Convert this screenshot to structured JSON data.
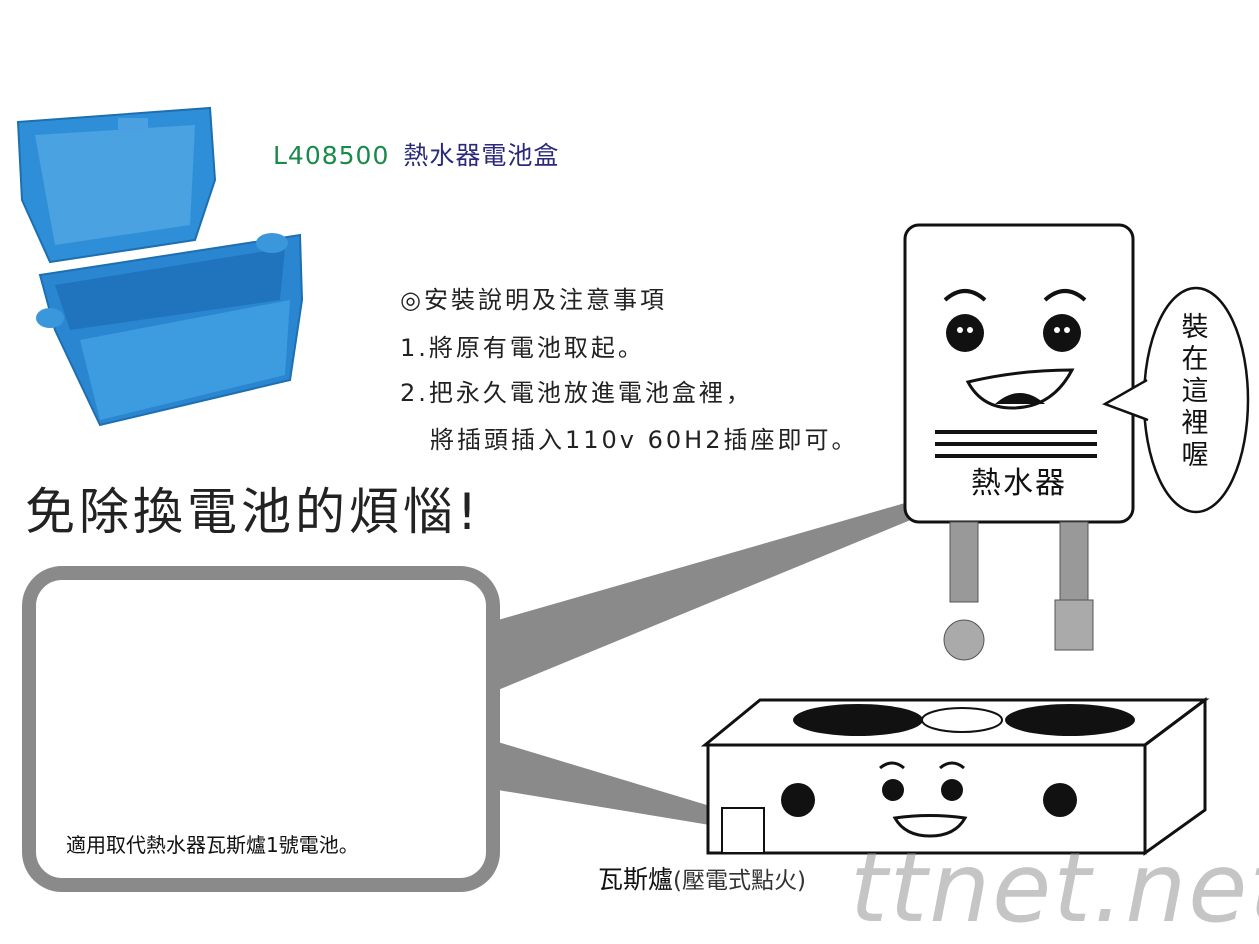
{
  "product": {
    "code": "L408500",
    "name": "熱水器電池盒"
  },
  "instructions": {
    "heading": "◎安裝說明及注意事項",
    "steps": [
      "1.將原有電池取起。",
      "2.把永久電池放進電池盒裡，",
      "將插頭插入110v 60H2插座即可。"
    ]
  },
  "headline": "免除換電池的煩惱!",
  "panel": {
    "caption": "適用取代熱水器瓦斯爐1號電池。"
  },
  "heater": {
    "label": "熱水器",
    "speech": "裝在這裡喔"
  },
  "stove": {
    "label": "瓦斯爐",
    "sublabel": "(壓電式點火)"
  },
  "watermark": "ttnet.net",
  "colors": {
    "code": "#1a8a4a",
    "name": "#2b2a7a",
    "box_blue": "#2e8fd8",
    "panel_border": "#8a8a8a"
  }
}
